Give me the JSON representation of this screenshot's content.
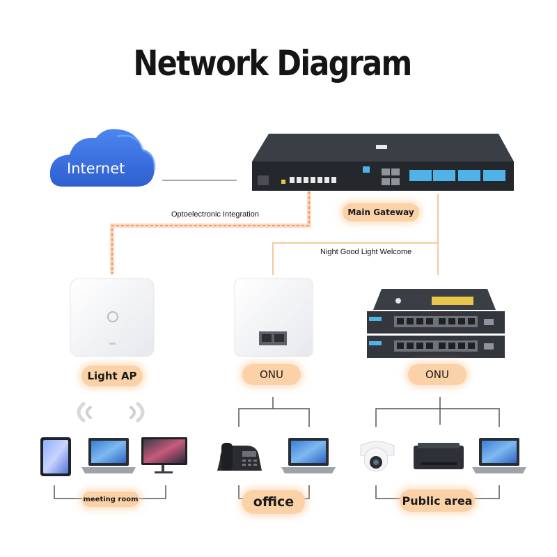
{
  "title": "Network Diagram",
  "nodes": {
    "internet": "Internet",
    "gateway": "Main Gateway",
    "light_ap": "Light AP",
    "onu_office": "ONU",
    "onu_public": "ONU"
  },
  "links": {
    "optoelectronic": "Optoelectronic Integration",
    "night": "Night Good Light Welcome"
  },
  "groups": {
    "meeting_room": "meeting room",
    "office": "office",
    "public_area": "Public area"
  },
  "colors": {
    "cloud": "#3b6fe0",
    "pill": "#fbd2a8",
    "fiber": "#f4a37a",
    "device_dark": "#2b2f35",
    "port": "#4fb3e8"
  },
  "icons": [
    "cloud-icon",
    "gateway-icon",
    "light-ap-icon",
    "onu-panel-icon",
    "onu-switch-icon",
    "phone-icon",
    "laptop-icon",
    "monitor-icon",
    "dial-phone-icon",
    "camera-icon",
    "printer-icon",
    "wifi-icon"
  ]
}
